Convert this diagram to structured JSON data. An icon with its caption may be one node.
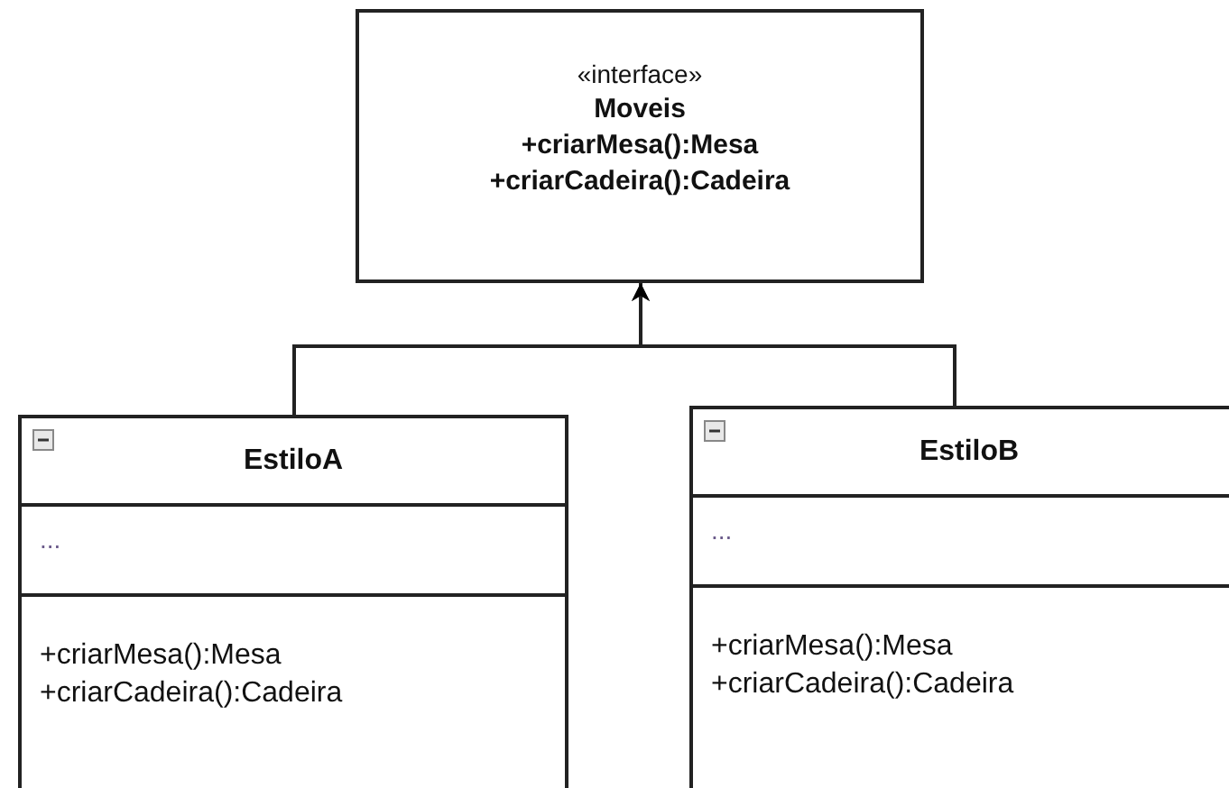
{
  "diagram": {
    "nodes": [
      {
        "text": [
          "«interface»",
          "Moveis",
          "+criarMesa():Mesa",
          "+criarCadeira():Cadeira"
        ]
      },
      {
        "text": [
          "EstiloA",
          "...",
          "+criarMesa():Mesa",
          "+criarCadeira():Cadeira"
        ]
      },
      {
        "text": [
          "EstiloB",
          "...",
          "+criarMesa():Mesa",
          "+criarCadeira():Cadeira"
        ]
      }
    ],
    "edges": [
      {
        "from": 1,
        "to": 0,
        "arrow": "to"
      },
      {
        "from": 2,
        "to": 0,
        "arrow": "to"
      }
    ]
  }
}
